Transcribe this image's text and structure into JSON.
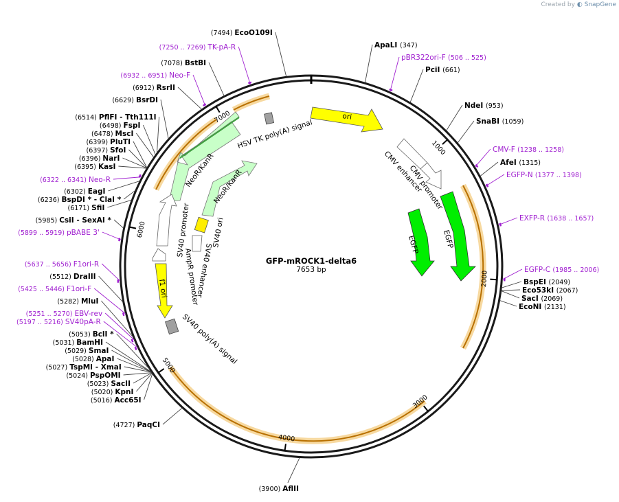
{
  "credit": {
    "prefix": "Created by",
    "brand": "SnapGene"
  },
  "plasmid": {
    "name": "GFP-mROCK1-delta6",
    "length_label": "7653 bp",
    "length": 7653
  },
  "colors": {
    "backbone": "#1a1a1a",
    "primer": "#a020d0",
    "orf": "#f0a020",
    "ori": "#ffff00",
    "egfp": "#00ee00",
    "neo": "#c8ffc8",
    "neo_inner": "#40a040",
    "promoter": "#ffffff",
    "sv40_ori": "#ffee00",
    "polyA": "#a0a0a0",
    "f1_ori": "#ffff00"
  },
  "ticks": [
    {
      "pos": 1000,
      "label": "1000"
    },
    {
      "pos": 2000,
      "label": "2000"
    },
    {
      "pos": 3000,
      "label": "3000"
    },
    {
      "pos": 4000,
      "label": "4000"
    },
    {
      "pos": 5000,
      "label": "5000"
    },
    {
      "pos": 6000,
      "label": "6000"
    },
    {
      "pos": 7000,
      "label": "7000"
    }
  ],
  "sites": [
    {
      "name": "EcoO109I",
      "pos": "(7494)",
      "bp": 7494
    },
    {
      "name": "ApaLI",
      "pos": "(347)",
      "bp": 347
    },
    {
      "name": "PciI",
      "pos": "(661)",
      "bp": 661
    },
    {
      "name": "NdeI",
      "pos": "(953)",
      "bp": 953
    },
    {
      "name": "SnaBI",
      "pos": "(1059)",
      "bp": 1059
    },
    {
      "name": "AfeI",
      "pos": "(1315)",
      "bp": 1315
    },
    {
      "name": "BspEI",
      "pos": "(2049)",
      "bp": 2049
    },
    {
      "name": "Eco53kI",
      "pos": "(2067)",
      "bp": 2067
    },
    {
      "name": "SacI",
      "pos": "(2069)",
      "bp": 2069
    },
    {
      "name": "EcoNI",
      "pos": "(2131)",
      "bp": 2131
    },
    {
      "name": "AflII",
      "pos": "(3900)",
      "bp": 3900
    },
    {
      "name": "PaqCI",
      "pos": "(4727)",
      "bp": 4727
    },
    {
      "name": "Acc65I",
      "pos": "(5016)",
      "bp": 5016
    },
    {
      "name": "KpnI",
      "pos": "(5020)",
      "bp": 5020
    },
    {
      "name": "SacII",
      "pos": "(5023)",
      "bp": 5023
    },
    {
      "name": "PspOMI",
      "pos": "(5024)",
      "bp": 5024
    },
    {
      "name": "TspMI  - XmaI",
      "pos": "(5027)",
      "bp": 5027
    },
    {
      "name": "ApaI",
      "pos": "(5028)",
      "bp": 5028
    },
    {
      "name": "SmaI",
      "pos": "(5029)",
      "bp": 5029
    },
    {
      "name": "BamHI",
      "pos": "(5031)",
      "bp": 5031
    },
    {
      "name": "BclI *",
      "pos": "(5053)",
      "bp": 5053
    },
    {
      "name": "MluI",
      "pos": "(5282)",
      "bp": 5282
    },
    {
      "name": "DraIII",
      "pos": "(5512)",
      "bp": 5512
    },
    {
      "name": "CsiI  - SexAI *",
      "pos": "(5985)",
      "bp": 5985
    },
    {
      "name": "SfiI",
      "pos": "(6171)",
      "bp": 6171
    },
    {
      "name": "BspDI *  - ClaI *",
      "pos": "(6236)",
      "bp": 6236
    },
    {
      "name": "EagI",
      "pos": "(6302)",
      "bp": 6302
    },
    {
      "name": "KasI",
      "pos": "(6395)",
      "bp": 6395
    },
    {
      "name": "NarI",
      "pos": "(6396)",
      "bp": 6396
    },
    {
      "name": "SfoI",
      "pos": "(6397)",
      "bp": 6397
    },
    {
      "name": "PluTI",
      "pos": "(6399)",
      "bp": 6399
    },
    {
      "name": "MscI",
      "pos": "(6478)",
      "bp": 6478
    },
    {
      "name": "FspI",
      "pos": "(6498)",
      "bp": 6498
    },
    {
      "name": "PflFI  - Tth111I",
      "pos": "(6514)",
      "bp": 6514
    },
    {
      "name": "BsrDI",
      "pos": "(6629)",
      "bp": 6629
    },
    {
      "name": "RsrII",
      "pos": "(6912)",
      "bp": 6912
    },
    {
      "name": "BstBI",
      "pos": "(7078)",
      "bp": 7078
    }
  ],
  "primers": [
    {
      "name": "TK-pA-R",
      "pos": "(7250 .. 7269)",
      "bp": 7260
    },
    {
      "name": "Neo-F",
      "pos": "(6932 .. 6951)",
      "bp": 6942
    },
    {
      "name": "pBR322ori-F",
      "pos": "(506 .. 525)",
      "bp": 516
    },
    {
      "name": "CMV-F",
      "pos": "(1238 .. 1258)",
      "bp": 1248
    },
    {
      "name": "EGFP-N",
      "pos": "(1377 .. 1398)",
      "bp": 1388
    },
    {
      "name": "EXFP-R",
      "pos": "(1638 .. 1657)",
      "bp": 1648
    },
    {
      "name": "EGFP-C",
      "pos": "(1985 .. 2006)",
      "bp": 1996
    },
    {
      "name": "Neo-R",
      "pos": "(6322 .. 6341)",
      "bp": 6332
    },
    {
      "name": "pBABE 3'",
      "pos": "(5899 .. 5919)",
      "bp": 5909
    },
    {
      "name": "F1ori-R",
      "pos": "(5637 .. 5656)",
      "bp": 5647
    },
    {
      "name": "F1ori-F",
      "pos": "(5425 .. 5446)",
      "bp": 5436
    },
    {
      "name": "EBV-rev",
      "pos": "(5251 .. 5270)",
      "bp": 5261
    },
    {
      "name": "SV40pA-R",
      "pos": "(5197 .. 5216)",
      "bp": 5207
    }
  ],
  "features": [
    {
      "name": "ori",
      "type": "origin"
    },
    {
      "name": "CMV promoter",
      "type": "promoter"
    },
    {
      "name": "CMV enhancer",
      "type": "enhancer"
    },
    {
      "name": "EGFP",
      "type": "cds-outer"
    },
    {
      "name": "EGFP",
      "type": "cds-inner"
    },
    {
      "name": "HSV TK poly(A) signal",
      "type": "polyA"
    },
    {
      "name": "NeoR/KanR",
      "type": "cds-outer"
    },
    {
      "name": "NeoR/KanR",
      "type": "cds-inner"
    },
    {
      "name": "SV40 promoter",
      "type": "promoter"
    },
    {
      "name": "SV40 ori",
      "type": "origin"
    },
    {
      "name": "SV40 enhancer",
      "type": "enhancer"
    },
    {
      "name": "AmpR promoter",
      "type": "promoter"
    },
    {
      "name": "f1 ori",
      "type": "origin"
    },
    {
      "name": "SV40 poly(A) signal",
      "type": "polyA"
    }
  ]
}
